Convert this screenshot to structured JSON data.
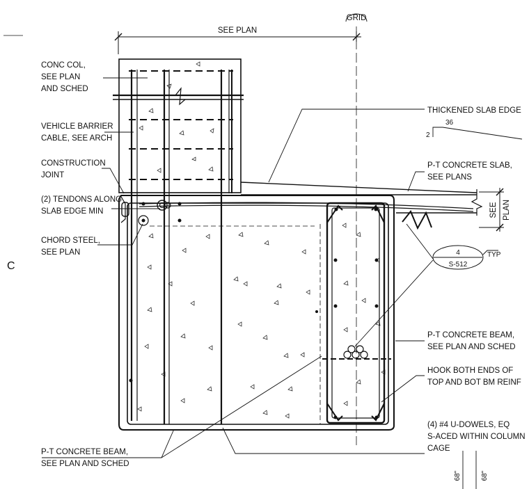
{
  "header": {
    "grid_label": "GRID",
    "see_plan_top": "SEE PLAN",
    "section_mark": "C"
  },
  "callouts_left": {
    "conc_col": [
      "CONC COL,",
      "SEE PLAN",
      "AND SCHED"
    ],
    "vehicle_barrier": [
      "VEHICLE BARRIER",
      "CABLE, SEE ARCH"
    ],
    "construction_joint": [
      "CONSTRUCTION",
      "JOINT"
    ],
    "tendons": [
      "(2) TENDONS ALONG",
      "SLAB EDGE MIN"
    ],
    "chord_steel": [
      "CHORD STEEL,",
      "SEE PLAN"
    ],
    "pt_beam_bottom": [
      "P-T CONCRETE BEAM,",
      "SEE PLAN AND SCHED"
    ]
  },
  "callouts_right": {
    "thickened_slab": "THICKENED SLAB EDGE",
    "slope_run": "36",
    "slope_rise": "2",
    "pt_slab": [
      "P-T CONCRETE SLAB,",
      "SEE PLANS"
    ],
    "see_plan_side": [
      "SEE",
      "PLAN"
    ],
    "detail_number": "4",
    "detail_sheet": "S-512",
    "detail_typ": "TYP",
    "pt_beam_right": [
      "P-T CONCRETE BEAM,",
      "SEE PLAN AND SCHED"
    ],
    "hook": [
      "HOOK BOTH ENDS OF",
      "TOP AND BOT BM REINF"
    ],
    "dowels": [
      "(4) #4 U-DOWELS, EQ",
      "S-ACED WITHIN COLUMN",
      "CAGE"
    ],
    "dim_a": "68\"",
    "dim_b": "68\""
  }
}
